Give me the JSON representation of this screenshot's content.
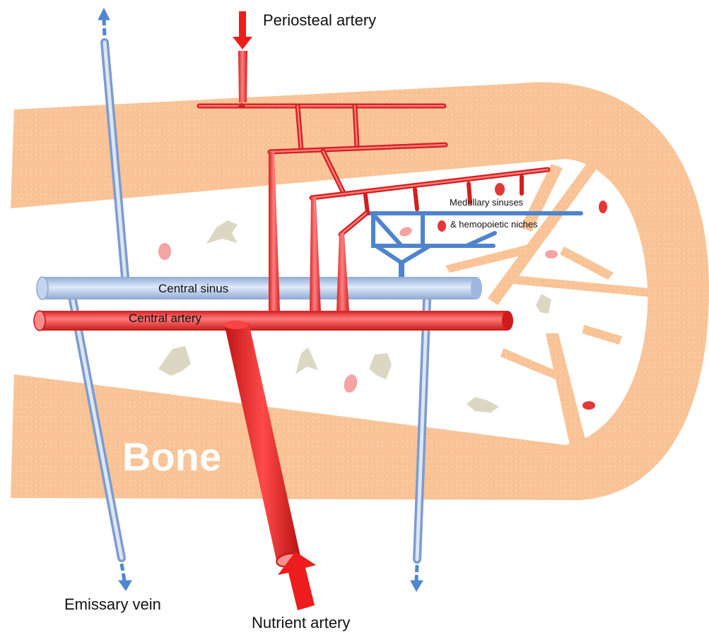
{
  "labels": {
    "periosteal_artery": "Periosteal artery",
    "medullary_line1": "Medullary  sinuses",
    "medullary_line2": "& hemopoietic  niches",
    "central_sinus": "Central sinus",
    "central_artery": "Central artery",
    "bone": "Bone",
    "emissary_vein": "Emissary vein",
    "nutrient_artery": "Nutrient artery"
  },
  "colors": {
    "bone": "#f9c396",
    "artery": "#ee2c2c",
    "vein_tube": "#a8c2e8",
    "vein_arrow": "#4f87d0",
    "sinus_network": "#4f84cc",
    "cell_pink": "#f5a3a3",
    "cell_red": "#e23838",
    "cell_stromal": "#dcd7c3"
  }
}
